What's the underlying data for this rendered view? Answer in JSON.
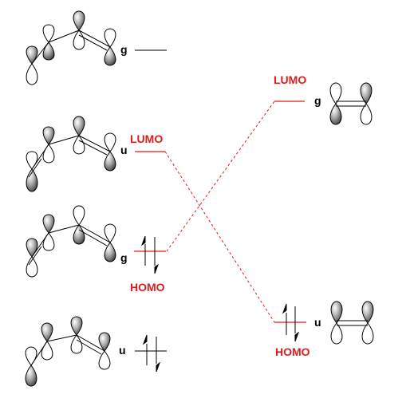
{
  "levels": {
    "diene_psi4": {
      "symmetry": "g"
    },
    "diene_psi3": {
      "symmetry": "u",
      "label": "LUMO"
    },
    "diene_psi2": {
      "symmetry": "g",
      "label": "HOMO"
    },
    "diene_psi1": {
      "symmetry": "u"
    },
    "ethylene_pi_star": {
      "symmetry": "g",
      "label": "LUMO"
    },
    "ethylene_pi": {
      "symmetry": "u",
      "label": "HOMO"
    }
  },
  "colors": {
    "highlight": "#e01b1b",
    "ink": "#000000",
    "lobe_fill": "#8a8a8a"
  }
}
